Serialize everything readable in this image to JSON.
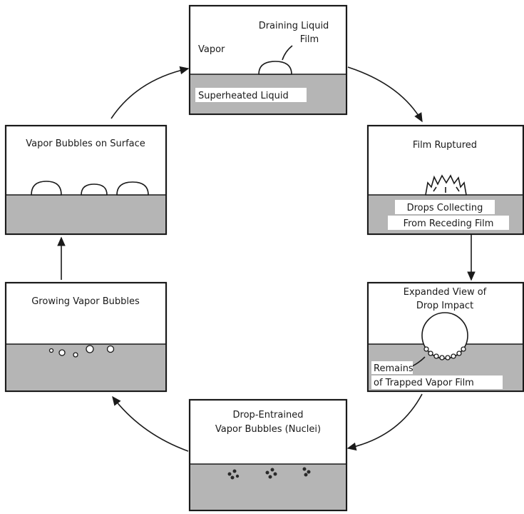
{
  "panels": {
    "top": {
      "vapor_label": "Vapor",
      "film_label_line1": "Draining Liquid",
      "film_label_line2": "Film",
      "liquid_label": "Superheated Liquid"
    },
    "top_right": {
      "title": "Film Ruptured",
      "liquid_label_line1": "Drops Collecting",
      "liquid_label_line2": "From Receding Film"
    },
    "bottom_right": {
      "title_line1": "Expanded View of",
      "title_line2": "Drop Impact",
      "liquid_label_line1": "Remains",
      "liquid_label_line2": "of Trapped Vapor Film"
    },
    "bottom": {
      "title_line1": "Drop-Entrained",
      "title_line2": "Vapor Bubbles (Nuclei)"
    },
    "bottom_left": {
      "title": "Growing Vapor Bubbles"
    },
    "top_left": {
      "title": "Vapor Bubbles on Surface"
    }
  },
  "colors": {
    "liquid": "#b5b5b5",
    "ink": "#1a1a1a",
    "background": "#ffffff"
  }
}
